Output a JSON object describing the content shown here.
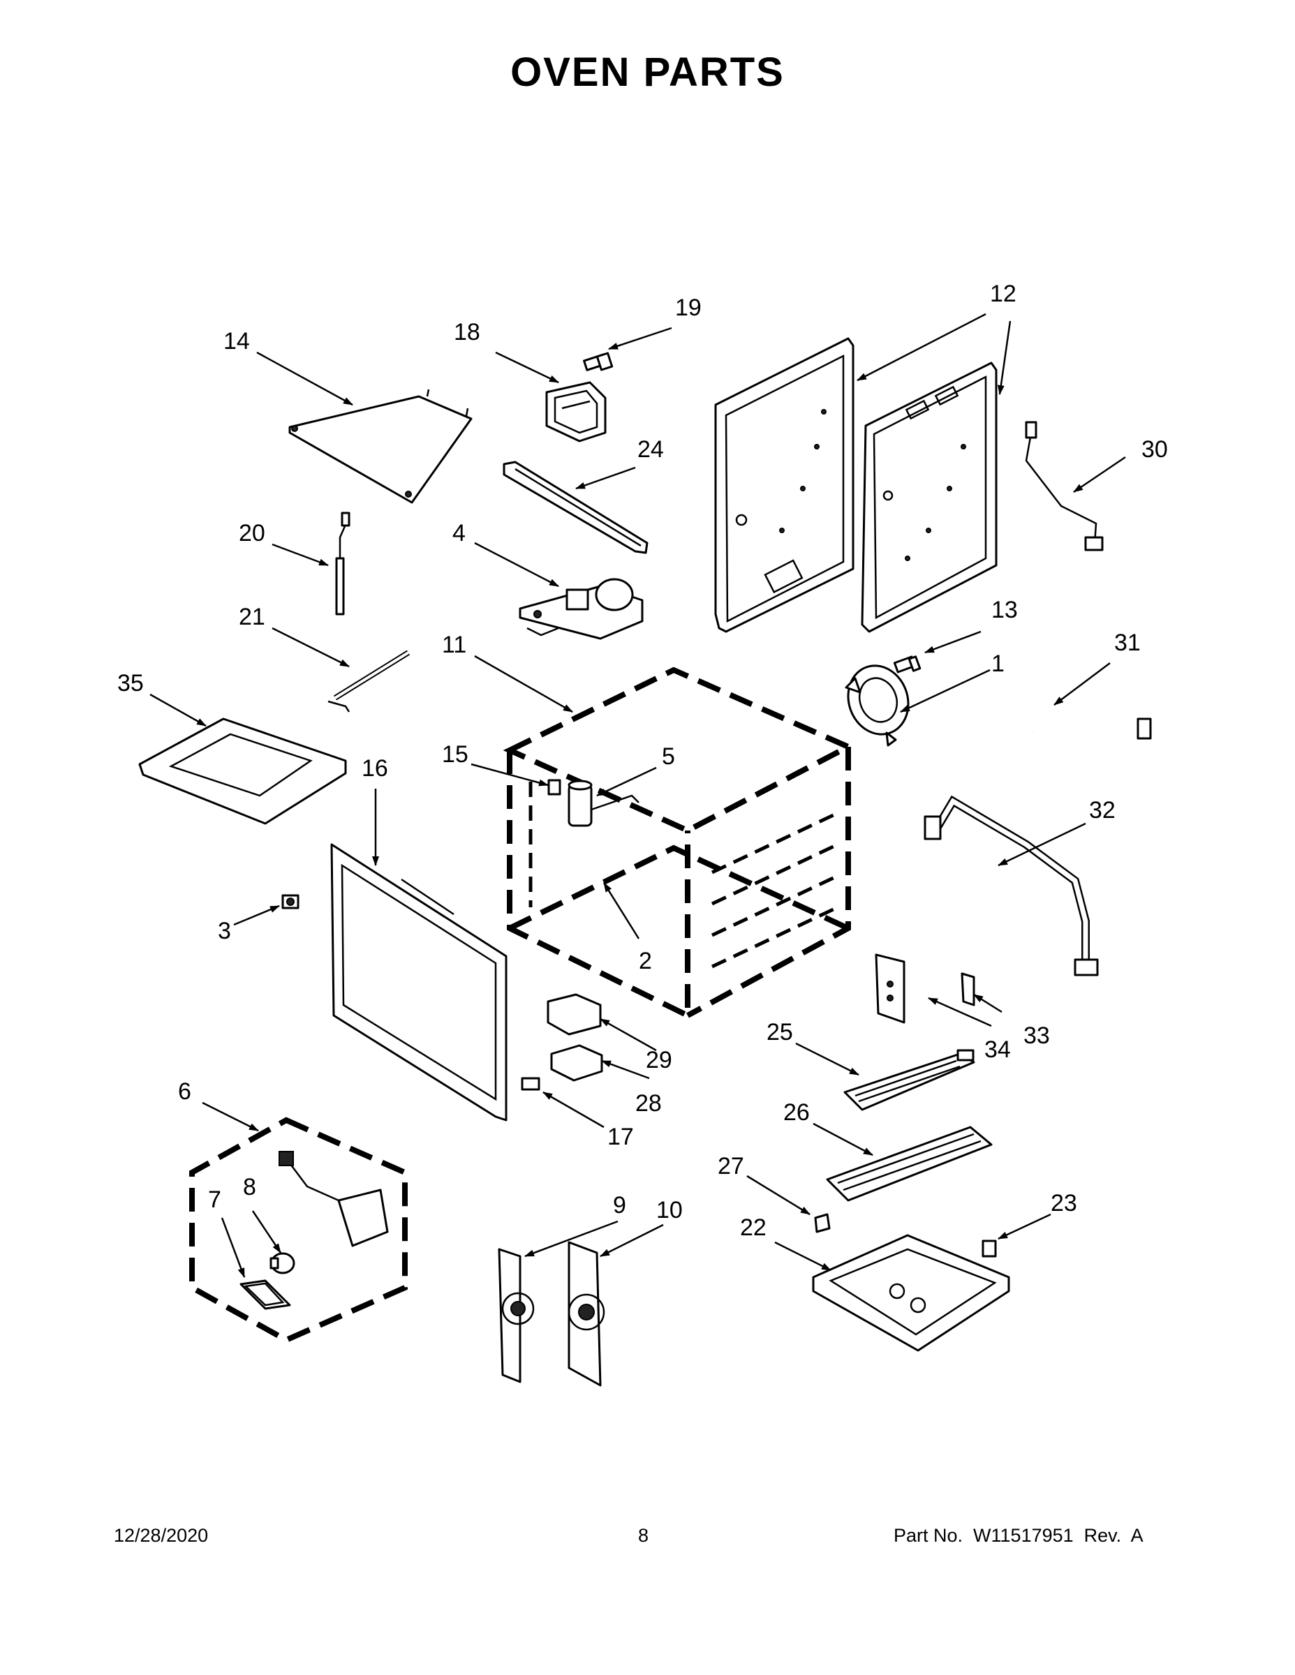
{
  "title": "OVEN PARTS",
  "footer": {
    "date": "12/28/2020",
    "page": "8",
    "part_number": "Part No.  W11517951  Rev.  A"
  },
  "callouts": [
    "1",
    "2",
    "3",
    "4",
    "5",
    "6",
    "7",
    "8",
    "9",
    "10",
    "11",
    "12",
    "13",
    "14",
    "15",
    "16",
    "17",
    "18",
    "19",
    "20",
    "21",
    "22",
    "23",
    "24",
    "25",
    "26",
    "27",
    "28",
    "29",
    "30",
    "31",
    "32",
    "33",
    "34",
    "35"
  ]
}
